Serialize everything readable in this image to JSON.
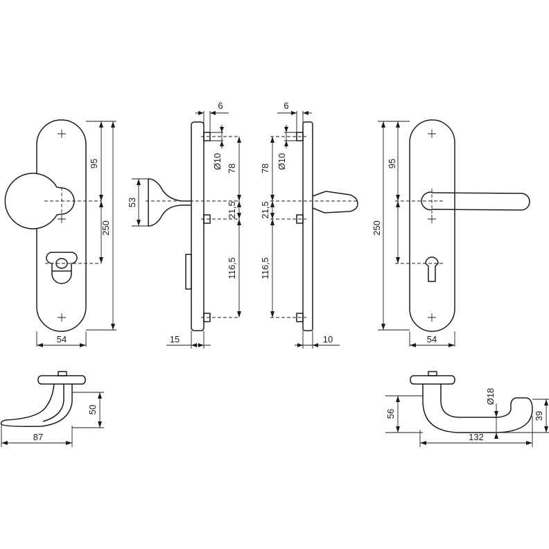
{
  "dimensions": {
    "left_front": {
      "width": "54",
      "center_to_key": "95",
      "height": "250"
    },
    "left_side": {
      "pin_offset": "6",
      "pin_diameter": "Ø10",
      "upper_to_center": "78",
      "center_to_pin": "21,5",
      "lower": "116,5",
      "knob_height": "53",
      "depth": "15"
    },
    "right_side": {
      "pin_offset": "6",
      "pin_diameter": "Ø10",
      "upper_to_center": "78",
      "center_to_pin": "21,5",
      "lower": "116,5",
      "depth": "10"
    },
    "right_front": {
      "width": "54",
      "center_to_key": "95",
      "height": "250"
    },
    "knob_top": {
      "projection": "87",
      "height": "50"
    },
    "lever_top": {
      "projection": "132",
      "height": "56",
      "diameter": "Ø18",
      "lever_height": "39"
    }
  }
}
